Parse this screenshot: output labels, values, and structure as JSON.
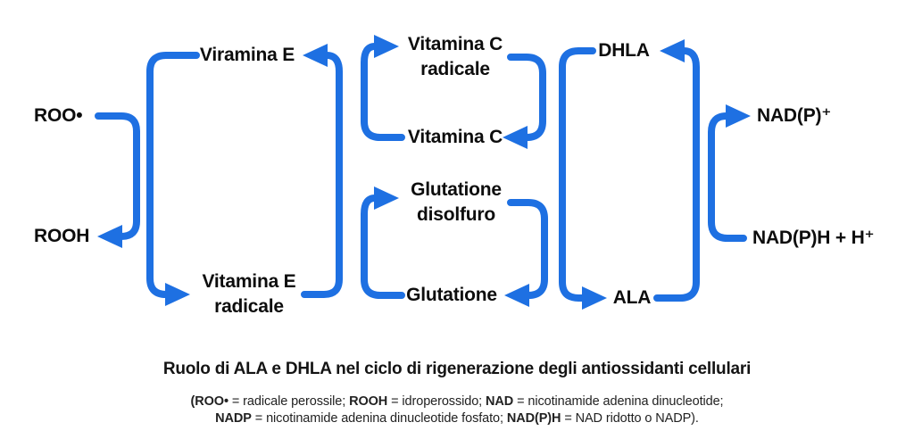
{
  "diagram": {
    "accent_color": "#1e70e2",
    "nodes": {
      "roo": "ROO•",
      "rooh": "ROOH",
      "vitamin_e": "Viramina E",
      "vitamin_e_radical": "Vitamina E\nradicale",
      "vitamin_c_radical": "Vitamina C\nradicale",
      "vitamin_c": "Vitamina C",
      "glutathione_disulfide": "Glutatione\ndisolfuro",
      "glutathione": "Glutatione",
      "dhla": "DHLA",
      "ala": "ALA",
      "nadp_oxidized": "NAD(P)⁺",
      "nadp_reduced": "NAD(P)H + H⁺"
    },
    "caption": "Ruolo di ALA e DHLA nel ciclo di rigenerazione degli antiossidanti cellulari",
    "legend": {
      "line1": [
        {
          "text": "(ROO•",
          "bold": true
        },
        {
          "text": " = radicale perossile; ",
          "bold": false
        },
        {
          "text": "ROOH",
          "bold": true
        },
        {
          "text": " = idroperossido; ",
          "bold": false
        },
        {
          "text": "NAD",
          "bold": true
        },
        {
          "text": " = nicotinamide adenina dinucleotide;",
          "bold": false
        }
      ],
      "line2": [
        {
          "text": "NADP",
          "bold": true
        },
        {
          "text": " = nicotinamide adenina dinucleotide fosfato; ",
          "bold": false
        },
        {
          "text": "NAD(P)H",
          "bold": true
        },
        {
          "text": " = NAD ridotto o NADP).",
          "bold": false
        }
      ]
    }
  }
}
